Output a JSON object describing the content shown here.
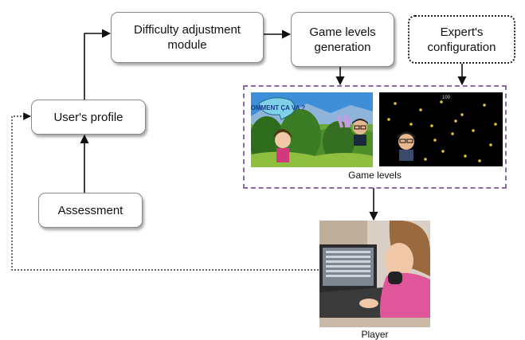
{
  "nodes": {
    "difficulty": "Difficulty adjustment\nmodule",
    "generation": "Game levels\ngeneration",
    "expert": "Expert's\nconfiguration",
    "profile": "User's profile",
    "assessment": "Assessment",
    "levels_caption": "Game levels",
    "player_caption": "Player"
  },
  "level1": {
    "bubble_text": "COMMENT ÇA VA ?"
  },
  "level2": {
    "score": "100"
  },
  "colors": {
    "box_border": "#8a8a8a",
    "levels_frame": "#8b6aa8",
    "arrow": "#111111",
    "grass": "#6aa83a",
    "sky": "#3f8fd8",
    "space": "#000000"
  }
}
